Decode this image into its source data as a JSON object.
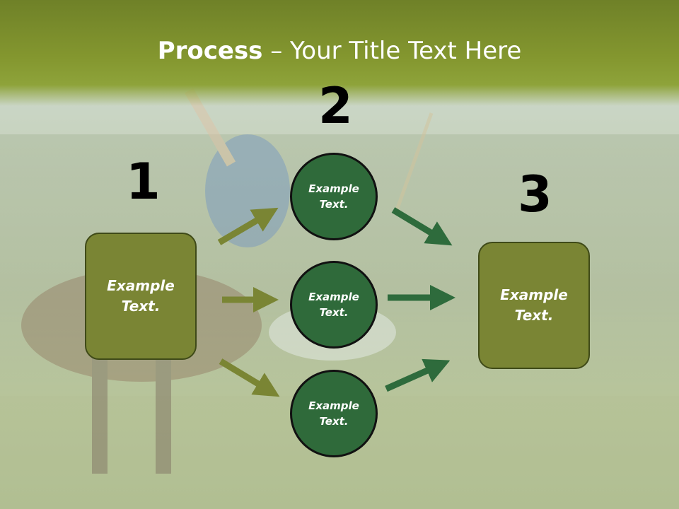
{
  "slide": {
    "title_bold": "Process",
    "title_rest": " – Your Title Text Here"
  },
  "steps": {
    "one": {
      "number": "1",
      "text": "Example\nText."
    },
    "two": {
      "number": "2"
    },
    "three": {
      "number": "3",
      "text": "Example\nText."
    }
  },
  "circles": [
    {
      "text": "Example\nText."
    },
    {
      "text": "Example\nText."
    },
    {
      "text": "Example\nText."
    }
  ],
  "colors": {
    "header_green": "#84972f",
    "box_olive": "#7a8534",
    "circle_green": "#2f6a3a",
    "arrow_olive": "#7a8534",
    "arrow_green": "#2e6b3c"
  }
}
